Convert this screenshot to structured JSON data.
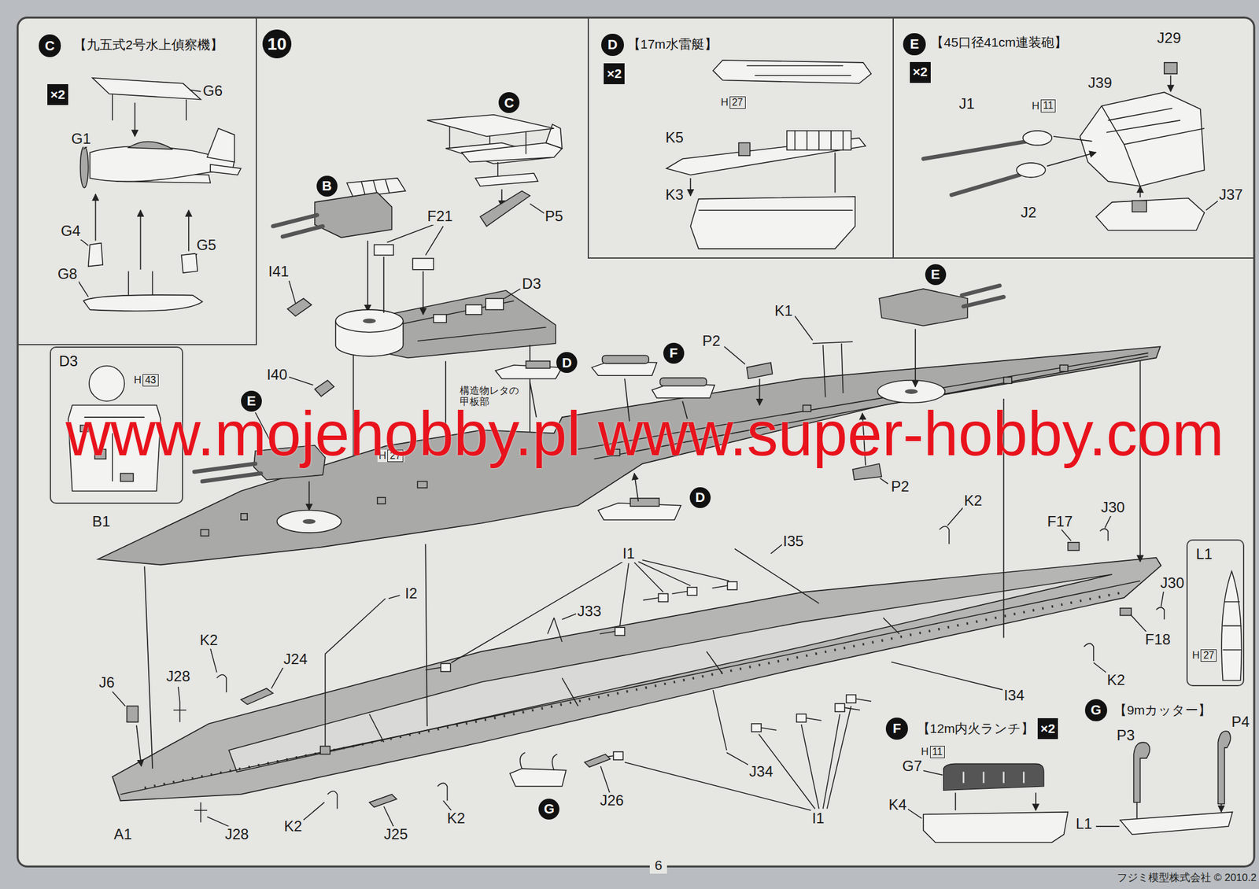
{
  "diagram": {
    "nodes": [
      {
        "text": [
          "【九五式2号水上偵察機】"
        ]
      },
      {
        "text": [
          "C"
        ],
        "in": 0
      },
      {
        "text": [
          "×2"
        ],
        "in": 0
      },
      {
        "text": [
          "10"
        ]
      },
      {
        "text": [
          "【17m水雷艇】"
        ]
      },
      {
        "text": [
          "D"
        ],
        "in": 4
      },
      {
        "text": [
          "×2"
        ],
        "in": 4
      },
      {
        "text": [
          "【45口径41cm連装砲】"
        ]
      },
      {
        "text": [
          "E"
        ],
        "in": 7
      },
      {
        "text": [
          "×2"
        ],
        "in": 7
      },
      {
        "text": [
          "H",
          "27"
        ],
        "in": 4
      },
      {
        "text": [
          "H",
          "11"
        ],
        "in": 7
      },
      {
        "text": [
          "D3"
        ]
      },
      {
        "text": [
          "H",
          "43"
        ],
        "in": 12
      },
      {
        "text": [
          "B"
        ]
      },
      {
        "text": [
          "C"
        ]
      },
      {
        "text": [
          "E"
        ]
      },
      {
        "text": [
          "E"
        ]
      },
      {
        "text": [
          "D"
        ]
      },
      {
        "text": [
          "F"
        ]
      },
      {
        "text": [
          "D"
        ]
      },
      {
        "text": [
          "G"
        ]
      },
      {
        "text": [
          "H",
          "27"
        ]
      },
      {
        "text": [
          "L1"
        ]
      },
      {
        "text": [
          "H",
          "27"
        ],
        "in": 23
      },
      {
        "text": [
          "F"
        ]
      },
      {
        "text": [
          "×2"
        ]
      },
      {
        "text": [
          "H",
          "11"
        ]
      },
      {
        "text": [
          "G"
        ]
      }
    ],
    "labels": [
      "G6",
      "G1",
      "G4",
      "G5",
      "G8",
      "F21",
      "P5",
      "I41",
      "D3",
      "I40",
      "K1",
      "P2",
      "P2",
      "J29",
      "J39",
      "J1",
      "J2",
      "J37",
      "K5",
      "K3",
      "構造物レタの 甲板部",
      "B1",
      "J6",
      "J28",
      "K2",
      "J24",
      "I2",
      "I1",
      "J33",
      "I35",
      "K2",
      "F17",
      "J30",
      "J30",
      "F18",
      "K2",
      "I34",
      "J34",
      "I1",
      "J26",
      "K2",
      "J25",
      "K2",
      "J28",
      "A1",
      "【12m内火ランチ】",
      "【9mカッター】",
      "G7",
      "K4",
      "P3",
      "P4",
      "L1",
      "6",
      "フジミ模型株式会社 © 2010.2",
      "www.mojehobby.pl www.super-hobby.com"
    ]
  }
}
